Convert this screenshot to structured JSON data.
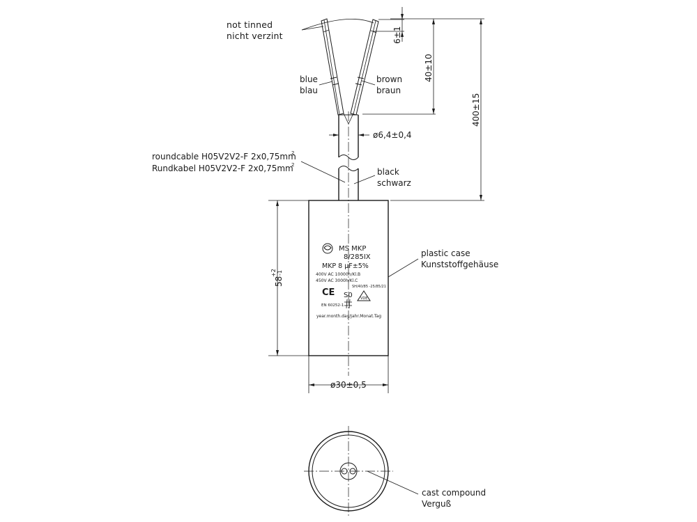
{
  "labels": {
    "not_tinned_en": "not tinned",
    "not_tinned_de": "nicht verzint",
    "blue_en": "blue",
    "blue_de": "blau",
    "brown_en": "brown",
    "brown_de": "braun",
    "dim_strip": "6±1",
    "dim_lead": "40±10",
    "dim_total": "400±15",
    "dim_cable_dia": "ø6,4±0,4",
    "cable_en": "roundcable H05V2V2-F 2x0,75mm",
    "cable_de": "Rundkabel H05V2V2-F 2x0,75mm",
    "cable_sup": "2",
    "black_en": "black",
    "black_de": "schwarz",
    "case_en": "plastic case",
    "case_de": "Kunststoffgehäuse",
    "dim_height": "58",
    "dim_height_tol_plus": "+2",
    "dim_height_tol_minus": "-1",
    "dim_case_dia": "ø30±0,5",
    "compound_en": "cast compound",
    "compound_de": "Verguß"
  },
  "marking": {
    "line1": "MS MKP",
    "line2": "8/285IX",
    "line3": "MKP 8 µF±5%",
    "line4": "400V AC 10000h/Kl.B",
    "line5": "450V AC 3000h/Kl.C",
    "line6": "SH/40/85 -25/85/21",
    "ce": "CE",
    "s0": "S0",
    "std": "EN 60252-1",
    "date": "year.month.day/Jahr.Monat.Tag",
    "vde": "VDE"
  }
}
